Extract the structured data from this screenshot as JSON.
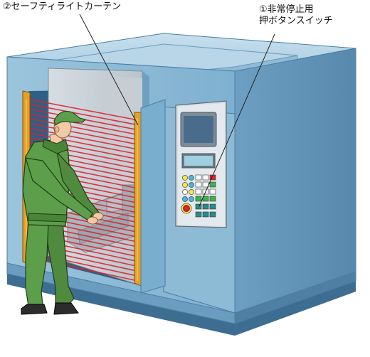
{
  "callouts": {
    "light_curtain": "②セーフティライトカーテン",
    "estop_line1": "①非常停止用",
    "estop_line2": "押ボタンスイッチ"
  },
  "colors": {
    "machine_blue": "#7fb0cf",
    "machine_light": "#a9cde2",
    "machine_dark": "#5f93b6",
    "curtain_beam": "#e0202a",
    "curtain_post": "#e8a020",
    "worker_green": "#5c9e4a",
    "estop_red": "#d8232a",
    "screen": "#4a6c8c"
  },
  "icons": {
    "worker": "worker-figure",
    "machine": "machine-enclosure-icon",
    "estop": "emergency-stop-button-icon"
  }
}
